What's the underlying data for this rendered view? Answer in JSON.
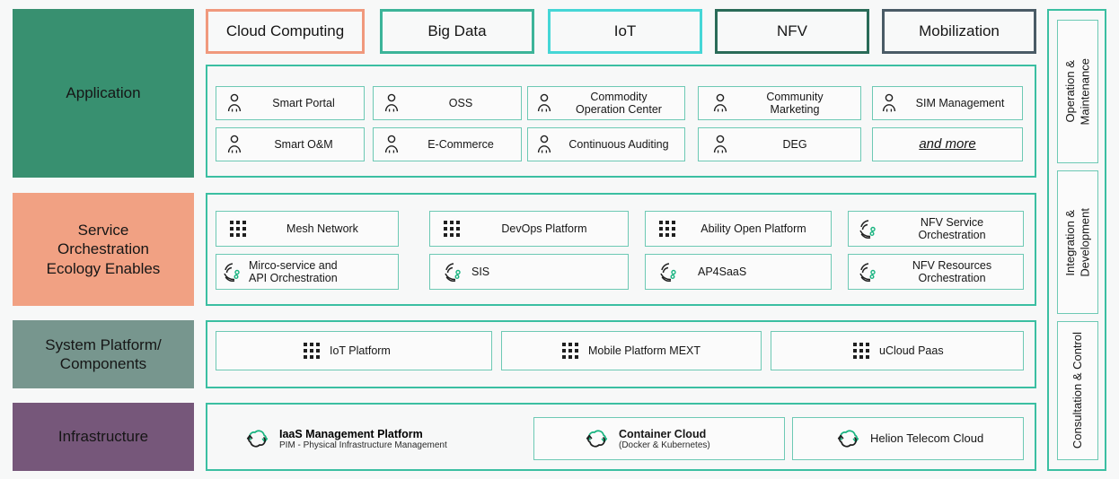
{
  "layers": [
    {
      "id": "application",
      "label": "Application",
      "color": "#389070"
    },
    {
      "id": "service-orchestration",
      "label": "Service\nOrchestration\nEcology Enables",
      "color": "#f1a183"
    },
    {
      "id": "system-platform",
      "label": "System Platform/\nComponents",
      "color": "#77968e"
    },
    {
      "id": "infrastructure",
      "label": "Infrastructure",
      "color": "#76577a"
    }
  ],
  "tags": [
    {
      "label": "Cloud Computing",
      "color": "#f0997d"
    },
    {
      "label": "Big Data",
      "color": "#3cb499"
    },
    {
      "label": "IoT",
      "color": "#45d6d6"
    },
    {
      "label": "NFV",
      "color": "#2a6b58"
    },
    {
      "label": "Mobilization",
      "color": "#4a5b66"
    }
  ],
  "application": {
    "items": [
      {
        "label": "Smart Portal",
        "icon": "person-icon"
      },
      {
        "label": "OSS",
        "icon": "person-icon"
      },
      {
        "label": "Commodity\nOperation Center",
        "icon": "person-icon"
      },
      {
        "label": "Community\nMarketing",
        "icon": "person-icon"
      },
      {
        "label": "SIM Management",
        "icon": "person-icon"
      },
      {
        "label": "Smart O&M",
        "icon": "person-icon"
      },
      {
        "label": "E-Commerce",
        "icon": "person-icon"
      },
      {
        "label": "Continuous Auditing",
        "icon": "person-icon"
      },
      {
        "label": "DEG",
        "icon": "person-icon"
      },
      {
        "label": "and more",
        "icon": "none"
      }
    ]
  },
  "service_orchestration": {
    "items": [
      {
        "label": "Mesh Network",
        "icon": "grid-icon"
      },
      {
        "label": "DevOps Platform",
        "icon": "grid-icon"
      },
      {
        "label": "Ability Open Platform",
        "icon": "grid-icon"
      },
      {
        "label": "NFV Service\nOrchestration",
        "icon": "orchestration-icon"
      },
      {
        "label": "Mirco-service and\nAPI Orchestration",
        "icon": "orchestration-icon"
      },
      {
        "label": "SIS",
        "icon": "orchestration-icon"
      },
      {
        "label": "AP4SaaS",
        "icon": "orchestration-icon"
      },
      {
        "label": "NFV Resources\nOrchestration",
        "icon": "orchestration-icon"
      }
    ]
  },
  "system_platform": {
    "items": [
      {
        "label": "IoT Platform",
        "icon": "grid-icon"
      },
      {
        "label": "Mobile Platform MEXT",
        "icon": "grid-icon"
      },
      {
        "label": "uCloud Paas",
        "icon": "grid-icon"
      }
    ]
  },
  "infrastructure": {
    "items": [
      {
        "label": "IaaS Management Platform",
        "sublabel": "PIM - Physical Infrastructure Management",
        "icon": "cloud-icon"
      },
      {
        "label": "Container Cloud",
        "sublabel": "(Docker & Kubernetes)",
        "icon": "cloud-icon"
      },
      {
        "label": "Helion Telecom Cloud",
        "sublabel": "",
        "icon": "cloud-icon"
      }
    ]
  },
  "rail": {
    "items": [
      {
        "label": "Operation &\nMaintenance"
      },
      {
        "label": "Integration &\nDevelopment"
      },
      {
        "label": "Consultation & Control"
      }
    ]
  },
  "colors": {
    "teal_border": "#3bbfa2",
    "cell_border": "#6dc9b4",
    "icon_green": "#17b37f",
    "icon_dark": "#1f1f1f"
  }
}
